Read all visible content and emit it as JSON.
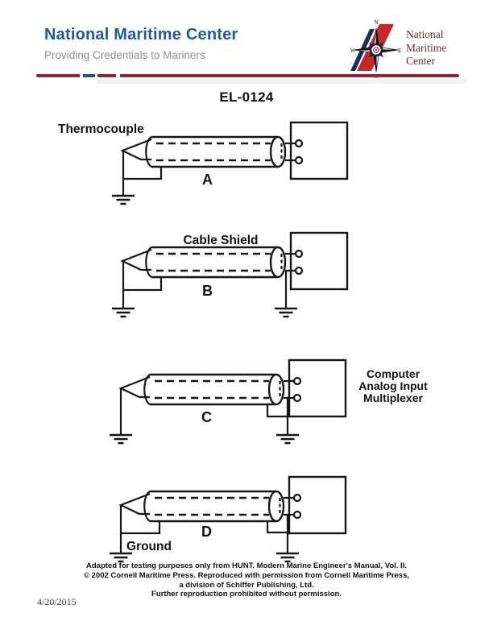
{
  "header": {
    "title": "National Maritime Center",
    "subtitle": "Providing Credentials to Mariners",
    "colors": {
      "title_blue": "#1f5b99",
      "subtitle_gray": "#8f8f8f",
      "divider_maroon": "#8e2733",
      "divider_blue": "#2e4d8f"
    }
  },
  "logo": {
    "text_line1": "National",
    "text_line2": "Maritime",
    "text_line3": "Center",
    "text_color": "#653030",
    "compass": {
      "north": "N",
      "south": "S",
      "east": "E",
      "west": "W",
      "stripe_red": "#c9252c",
      "stripe_blue": "#1c2f57"
    }
  },
  "document": {
    "exhibit_id": "EL-0124"
  },
  "diagrams": {
    "labels": {
      "thermocouple": "Thermocouple",
      "cable_shield": "Cable Shield",
      "computer_line1": "Computer",
      "computer_line2": "Analog Input",
      "computer_line3": "Multiplexer",
      "ground": "Ground"
    },
    "items": [
      {
        "label": "A"
      },
      {
        "label": "B"
      },
      {
        "label": "C"
      },
      {
        "label": "D"
      }
    ]
  },
  "footer": {
    "line1": "Adapted for testing purposes only from HUNT. Modern Marine Engineer's Manual, Vol. II.",
    "line2": "© 2002 Cornell Maritime Press. Reproduced with permission from Cornell Maritime Press,",
    "line3": "a division of Schiffer Publishing, Ltd.",
    "line4": "Further reproduction prohibited without permission.",
    "date": "4/20/2015"
  }
}
